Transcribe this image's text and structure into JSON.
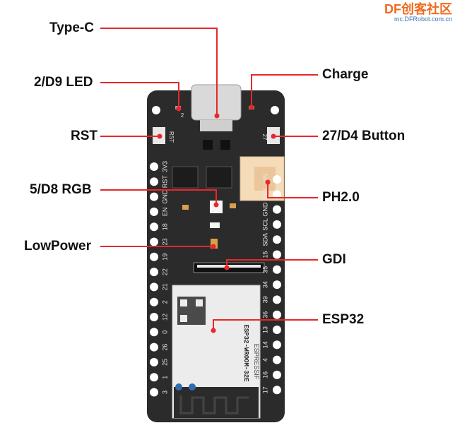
{
  "brand": {
    "logo": "DF创客社区",
    "url": "mc.DFRobot.com.cn"
  },
  "callouts": {
    "type_c": "Type-C",
    "led": "2/D9 LED",
    "rst": "RST",
    "rgb": "5/D8 RGB",
    "lowpower": "LowPower",
    "charge": "Charge",
    "button": "27/D4 Button",
    "ph": "PH2.0",
    "gdi": "GDI",
    "esp32": "ESP32"
  },
  "board": {
    "pin_labels_left": [
      "3V3",
      "RST",
      "GND",
      "EN",
      "18",
      "23",
      "19",
      "22",
      "21",
      "2",
      "12",
      "0",
      "26",
      "25",
      "1",
      "3"
    ],
    "pin_labels_right": [
      "VIN",
      "3V3",
      "GND",
      "SCL",
      "SDA",
      "15",
      "35",
      "34",
      "39",
      "36",
      "13",
      "14",
      "4",
      "16",
      "17"
    ],
    "silk_rst": "RST",
    "silk_led": "2",
    "silk_27": "27",
    "module_name": "ESP32-WROOM-32E",
    "module_brand": "ESPRESSIF"
  },
  "colors": {
    "leader": "#e8272a",
    "board": "#2b2b2b",
    "module": "#ececec",
    "connector": "#f5dcb8"
  }
}
